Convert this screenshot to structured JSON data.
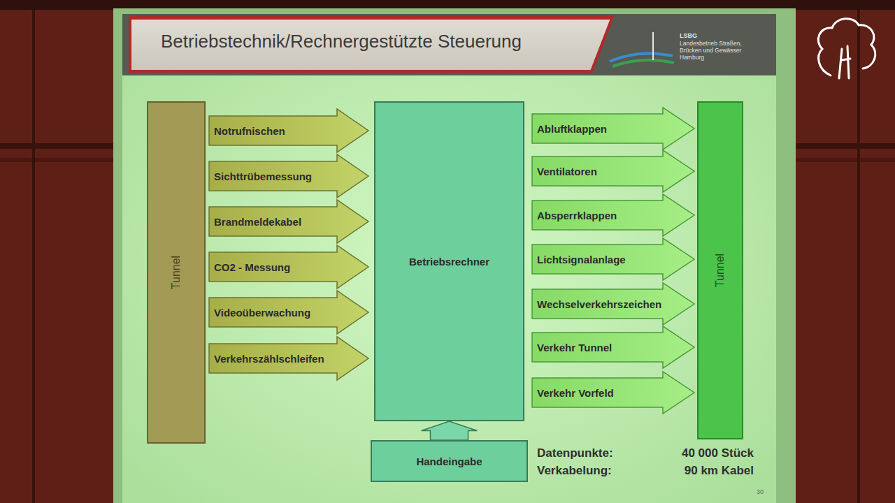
{
  "diagram": {
    "title": "Betriebstechnik/Rechnergestützte Steuerung",
    "nodes": [
      {
        "text": [
          "Tunnel"
        ]
      },
      {
        "text": [
          "Notrufnischen"
        ]
      },
      {
        "text": [
          "Sichttrübemessung"
        ]
      },
      {
        "text": [
          "Brandmeldekabel"
        ]
      },
      {
        "text": [
          "CO2 - Messung"
        ]
      },
      {
        "text": [
          "Videoüberwachung"
        ]
      },
      {
        "text": [
          "Verkehrszählschleifen"
        ]
      },
      {
        "text": [
          "Betriebsrechner"
        ]
      },
      {
        "text": [
          "Abluftklappen"
        ]
      },
      {
        "text": [
          "Ventilatoren"
        ]
      },
      {
        "text": [
          "Absperrklappen"
        ]
      },
      {
        "text": [
          "Lichtsignalanlage"
        ]
      },
      {
        "text": [
          "Wechselverkehrszeichen"
        ]
      },
      {
        "text": [
          "Verkehr Tunnel"
        ]
      },
      {
        "text": [
          "Verkehr Vorfeld"
        ]
      },
      {
        "text": [
          "Tunnel"
        ]
      },
      {
        "text": [
          "Handeingabe"
        ]
      }
    ],
    "edges": [
      {
        "from": 16,
        "to": 7,
        "arrow": "to"
      }
    ],
    "labels": [
      "LSBG",
      "Landesbetrieb Straßen, Brücken und Gewässer Hamburg",
      "Datenpunkte:",
      "40 000 Stück",
      "Verkabelung:",
      "90 km Kabel",
      "30"
    ]
  }
}
